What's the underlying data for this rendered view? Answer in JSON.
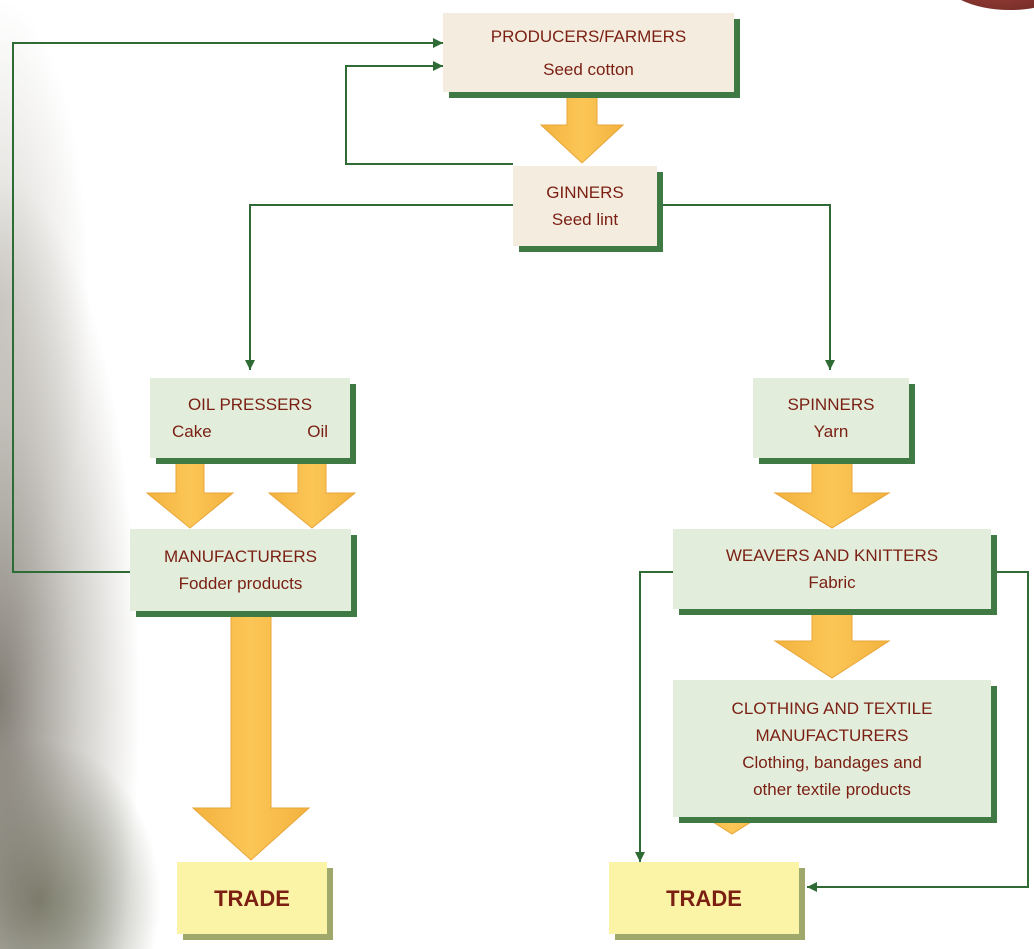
{
  "nodes": {
    "producers": {
      "title": "PRODUCERS/FARMERS",
      "product": "Seed cotton"
    },
    "ginners": {
      "title": "GINNERS",
      "product": "Seed lint"
    },
    "oil_pressers": {
      "title": "OIL PRESSERS",
      "product_left": "Cake",
      "product_right": "Oil"
    },
    "spinners": {
      "title": "SPINNERS",
      "product": "Yarn"
    },
    "manufacturers": {
      "title": "MANUFACTURERS",
      "product": "Fodder products"
    },
    "weavers": {
      "title": "WEAVERS AND KNITTERS",
      "product": "Fabric"
    },
    "clothing": {
      "title_line1": "CLOTHING AND TEXTILE",
      "title_line2": "MANUFACTURERS",
      "product_line1": "Clothing, bandages and",
      "product_line2": "other textile products"
    },
    "trade_left": {
      "label": "TRADE"
    },
    "trade_right": {
      "label": "TRADE"
    }
  },
  "colors": {
    "box_text": "#7a1f12",
    "beige_box": "#f3ecdf",
    "green_box": "#e2eddc",
    "trade_box": "#fbf3a6",
    "connector_line": "#2e6b35",
    "flow_arrow": "#f7bd4a"
  }
}
